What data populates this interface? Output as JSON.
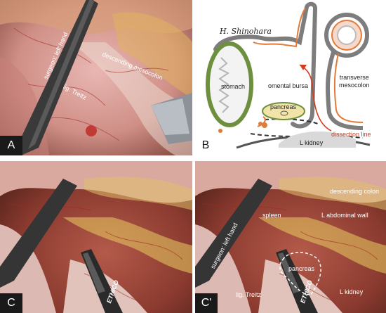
{
  "panels": {
    "a": {
      "label": "A",
      "annotations": {
        "surgeon_left_hand": "surgeon: left hand",
        "descending_mesocolon": "descending mesocolon",
        "lig_treitz": "lig. Treitz"
      }
    },
    "b": {
      "label": "B",
      "signature": "H. Shinohara",
      "annotations": {
        "stomach": "stomach",
        "omental_bursa": "omental bursa",
        "transverse_mesocolon": "transverse\nmesocolon",
        "pancreas": "pancreas",
        "dissection_line": "dissection line",
        "l_kidney": "L kidney"
      },
      "colors": {
        "stomach_wall": "#6d8f3e",
        "pancreas_fill": "#f1e4a6",
        "peritoneum_line": "#e07b39",
        "dissection_arrow": "#d63a1e",
        "mesentery_gray": "#7d7d7d"
      }
    },
    "c": {
      "label": "C",
      "instrument_text": "ETHICO"
    },
    "c_prime": {
      "label": "C'",
      "instrument_text": "ETHICO",
      "annotations": {
        "surgeon_left_hand": "surgeon: left hand",
        "descending_colon": "descending colon",
        "spleen": "spleen",
        "l_abdominal_wall": "L abdominal wall",
        "pancreas": "pancreas",
        "lig_treitz": "lig. Treitz",
        "l_kidney": "L kidney"
      }
    }
  }
}
